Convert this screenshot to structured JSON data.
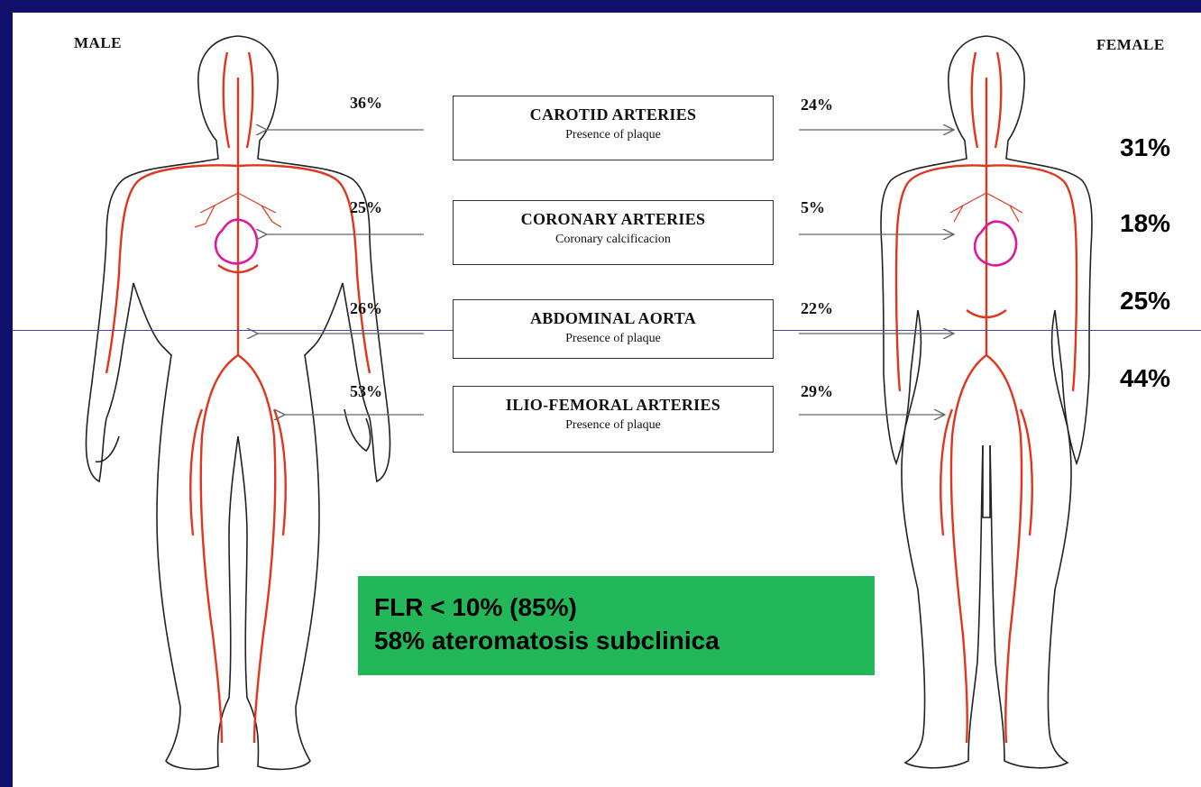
{
  "labels": {
    "male": "MALE",
    "female": "FEMALE"
  },
  "regions": [
    {
      "title": "CAROTID ARTERIES",
      "subtitle": "Presence of plaque",
      "male": "36%",
      "female": "24%",
      "extra": "31%"
    },
    {
      "title": "CORONARY ARTERIES",
      "subtitle": "Coronary calcificacion",
      "male": "25%",
      "female": "5%",
      "extra": "18%"
    },
    {
      "title": "ABDOMINAL AORTA",
      "subtitle": "Presence of plaque",
      "male": "26%",
      "female": "22%",
      "extra": "25%"
    },
    {
      "title": "ILIO-FEMORAL ARTERIES",
      "subtitle": "Presence of plaque",
      "male": "53%",
      "female": "29%",
      "extra": "44%"
    }
  ],
  "summary": {
    "line1": "FLR < 10% (85%)",
    "line2": "58% ateromatosis subclinica",
    "color": "#22b85a"
  },
  "colors": {
    "artery": "#e0361e",
    "heart": "#e0189a",
    "border": "#10106a"
  }
}
